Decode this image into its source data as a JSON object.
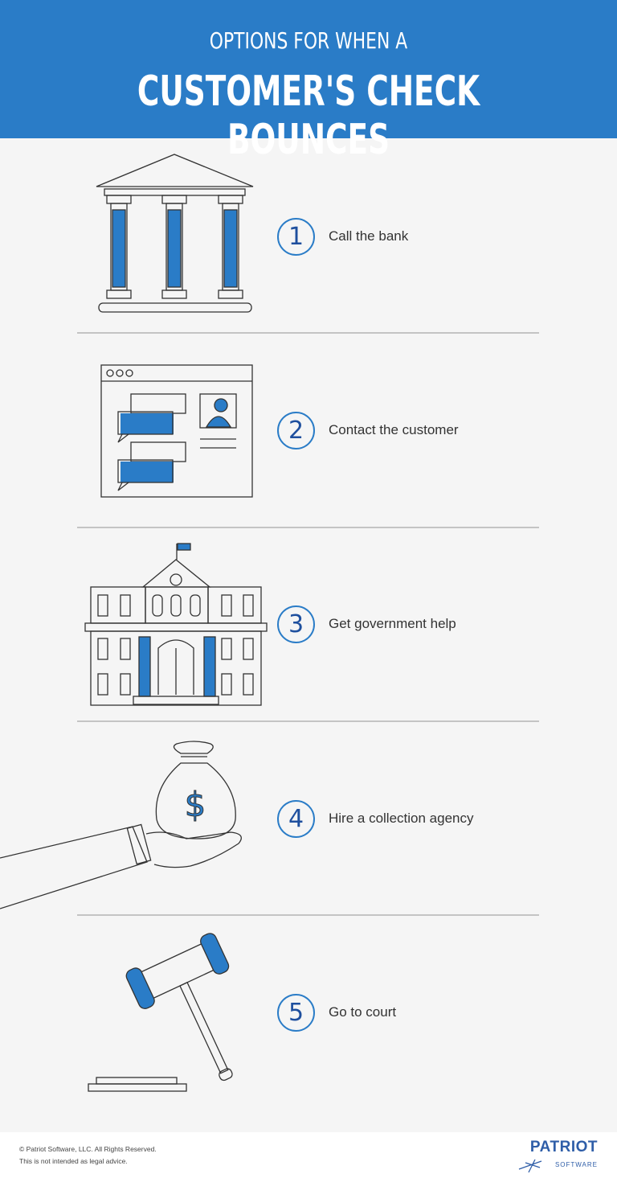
{
  "header": {
    "line1": "OPTIONS FOR WHEN A",
    "line2": "CUSTOMER'S CHECK BOUNCES"
  },
  "steps": [
    {
      "number": "1",
      "label": "Call the bank",
      "icon": "bank-icon"
    },
    {
      "number": "2",
      "label": "Contact the customer",
      "icon": "chat-window-icon"
    },
    {
      "number": "3",
      "label": "Get government help",
      "icon": "government-building-icon"
    },
    {
      "number": "4",
      "label": "Hire a collection agency",
      "icon": "money-bag-hand-icon"
    },
    {
      "number": "5",
      "label": "Go to court",
      "icon": "gavel-icon"
    }
  ],
  "footer": {
    "copyright": "© Patriot Software, LLC. All Rights Reserved.",
    "disclaimer": "This is not intended as legal advice.",
    "logo_main": "PATRIOT",
    "logo_sub": "SOFTWARE"
  },
  "colors": {
    "header": "#2a7cc7",
    "accent": "#2a7cc7",
    "number": "#1e4f9e",
    "background": "#f5f5f5"
  }
}
